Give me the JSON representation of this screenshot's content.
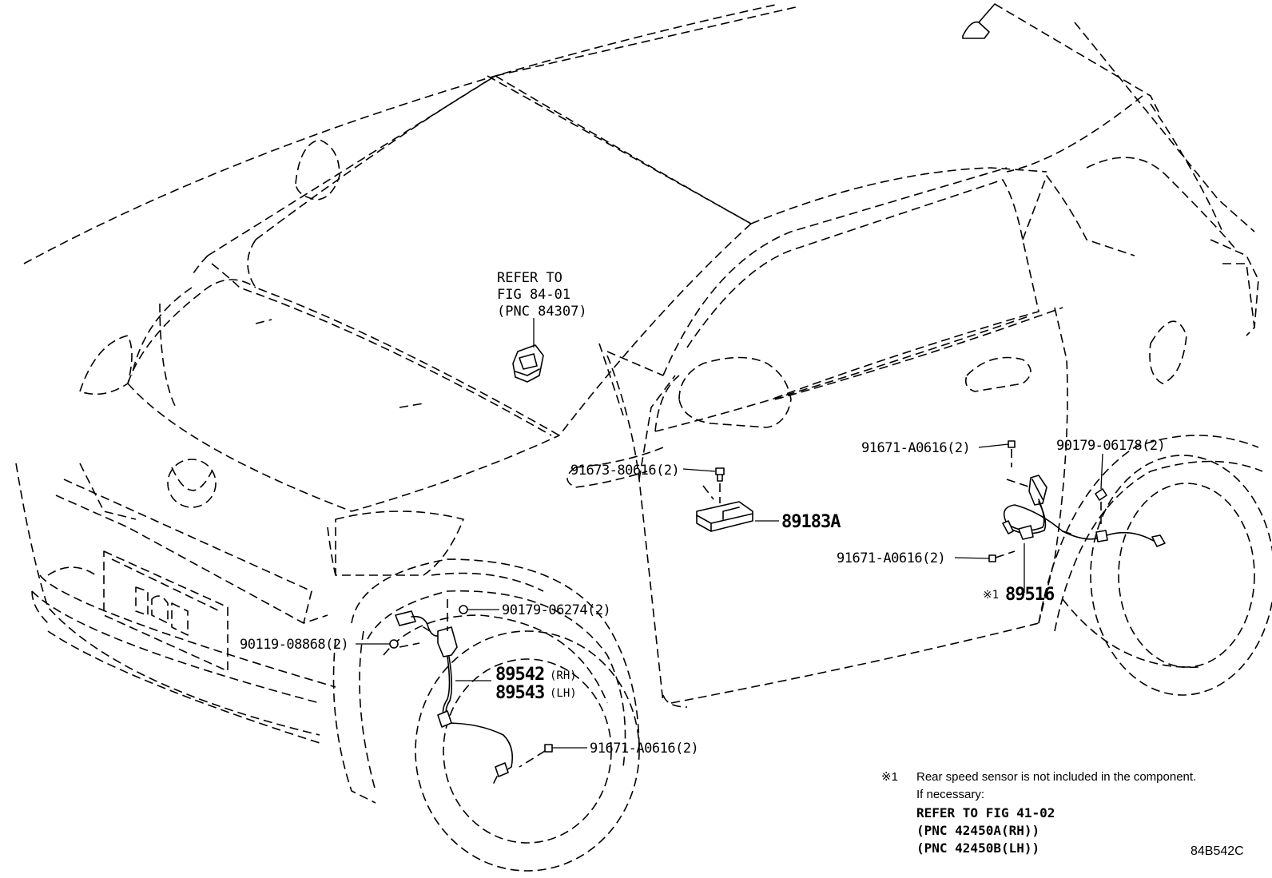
{
  "refer_box": {
    "line1": "REFER TO",
    "line2": "FIG 84-01",
    "line3": "(PNC 84307)"
  },
  "callouts": {
    "bolt_91673": "91673-80616(2)",
    "part_89183A": "89183A",
    "bolt_91671_top": "91671-A0616(2)",
    "clip_90179_06178": "90179-06178(2)",
    "bolt_91671_mid": "91671-A0616(2)",
    "rear_sensor_mark": "※1",
    "rear_sensor": "89516",
    "clip_90179_06274": "90179-06274(2)",
    "clip_90119": "90119-08868(2)",
    "front_sensor_rh": "89542",
    "front_sensor_rh_side": "(RH)",
    "front_sensor_lh": "89543",
    "front_sensor_lh_side": "(LH)",
    "bolt_91671_front": "91671-A0616(2)"
  },
  "note": {
    "mark": "※1",
    "line1": "Rear speed sensor is not included in the component.",
    "line2": "If necessary:",
    "line3": "REFER TO FIG 41-02",
    "line4": "(PNC 42450A(RH))",
    "line5": "(PNC 42450B(LH))"
  },
  "figure_code": "84B542C"
}
